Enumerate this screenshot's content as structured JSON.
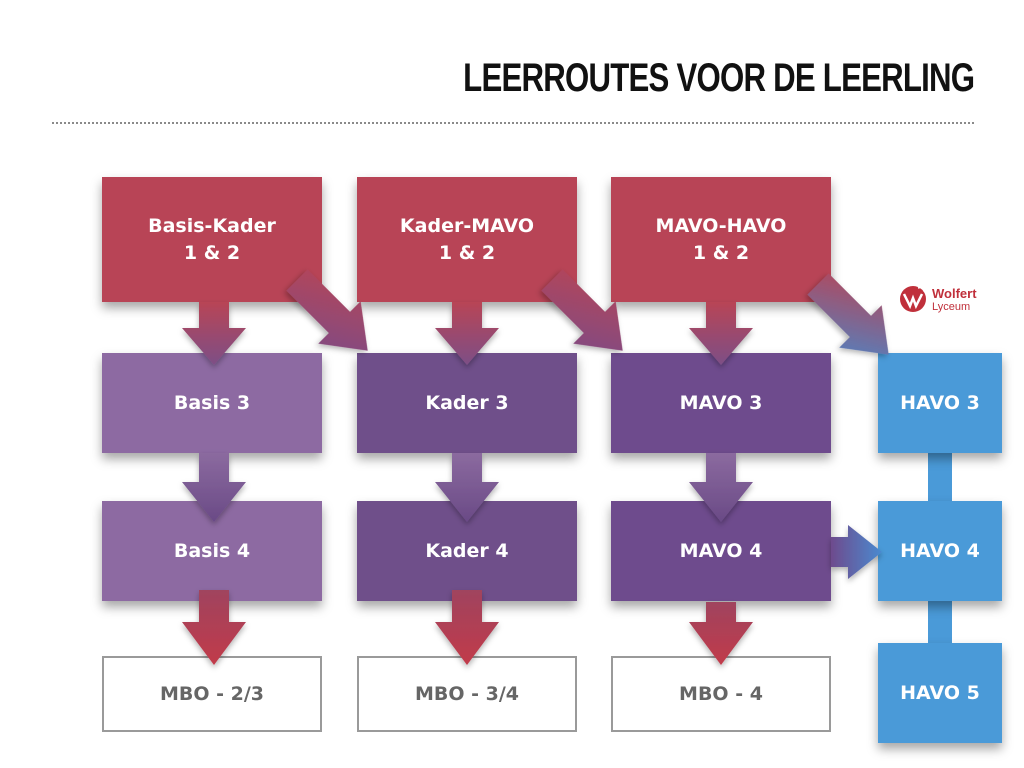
{
  "title": "LEERROUTES VOOR DE LEERLING",
  "logo": {
    "name": "Wolfert",
    "sub": "Lyceum"
  },
  "row1": {
    "basis_kader": "Basis-Kader\n1 & 2",
    "kader_mavo": "Kader-MAVO\n1 & 2",
    "mavo_havo": "MAVO-HAVO\n1 & 2"
  },
  "row2": {
    "basis3": "Basis 3",
    "kader3": "Kader 3",
    "mavo3": "MAVO 3",
    "havo3": "HAVO 3"
  },
  "row3": {
    "basis4": "Basis 4",
    "kader4": "Kader 4",
    "mavo4": "MAVO 4",
    "havo4": "HAVO 4"
  },
  "row4": {
    "mbo23": "MBO - 2/3",
    "mbo34": "MBO - 3/4",
    "mbo4": "MBO - 4",
    "havo5": "HAVO 5"
  },
  "colors": {
    "red": "#b84456",
    "lavender": "#8d6aa2",
    "purple_mid": "#6f4f8a",
    "purple": "#6e4b8d",
    "blue": "#4a9ad8"
  }
}
